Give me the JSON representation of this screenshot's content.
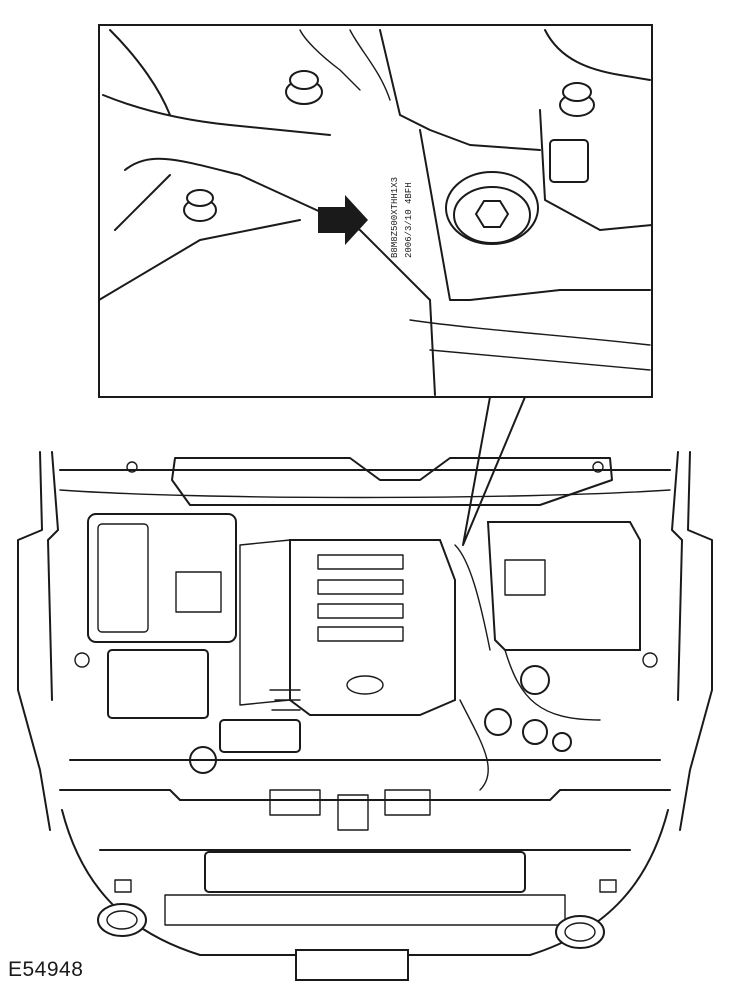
{
  "figure": {
    "reference_code": "E54948",
    "inset_stamp_lines": [
      "B8M8Z500XTHH1X3",
      "2006/3/10 4BFH"
    ]
  }
}
